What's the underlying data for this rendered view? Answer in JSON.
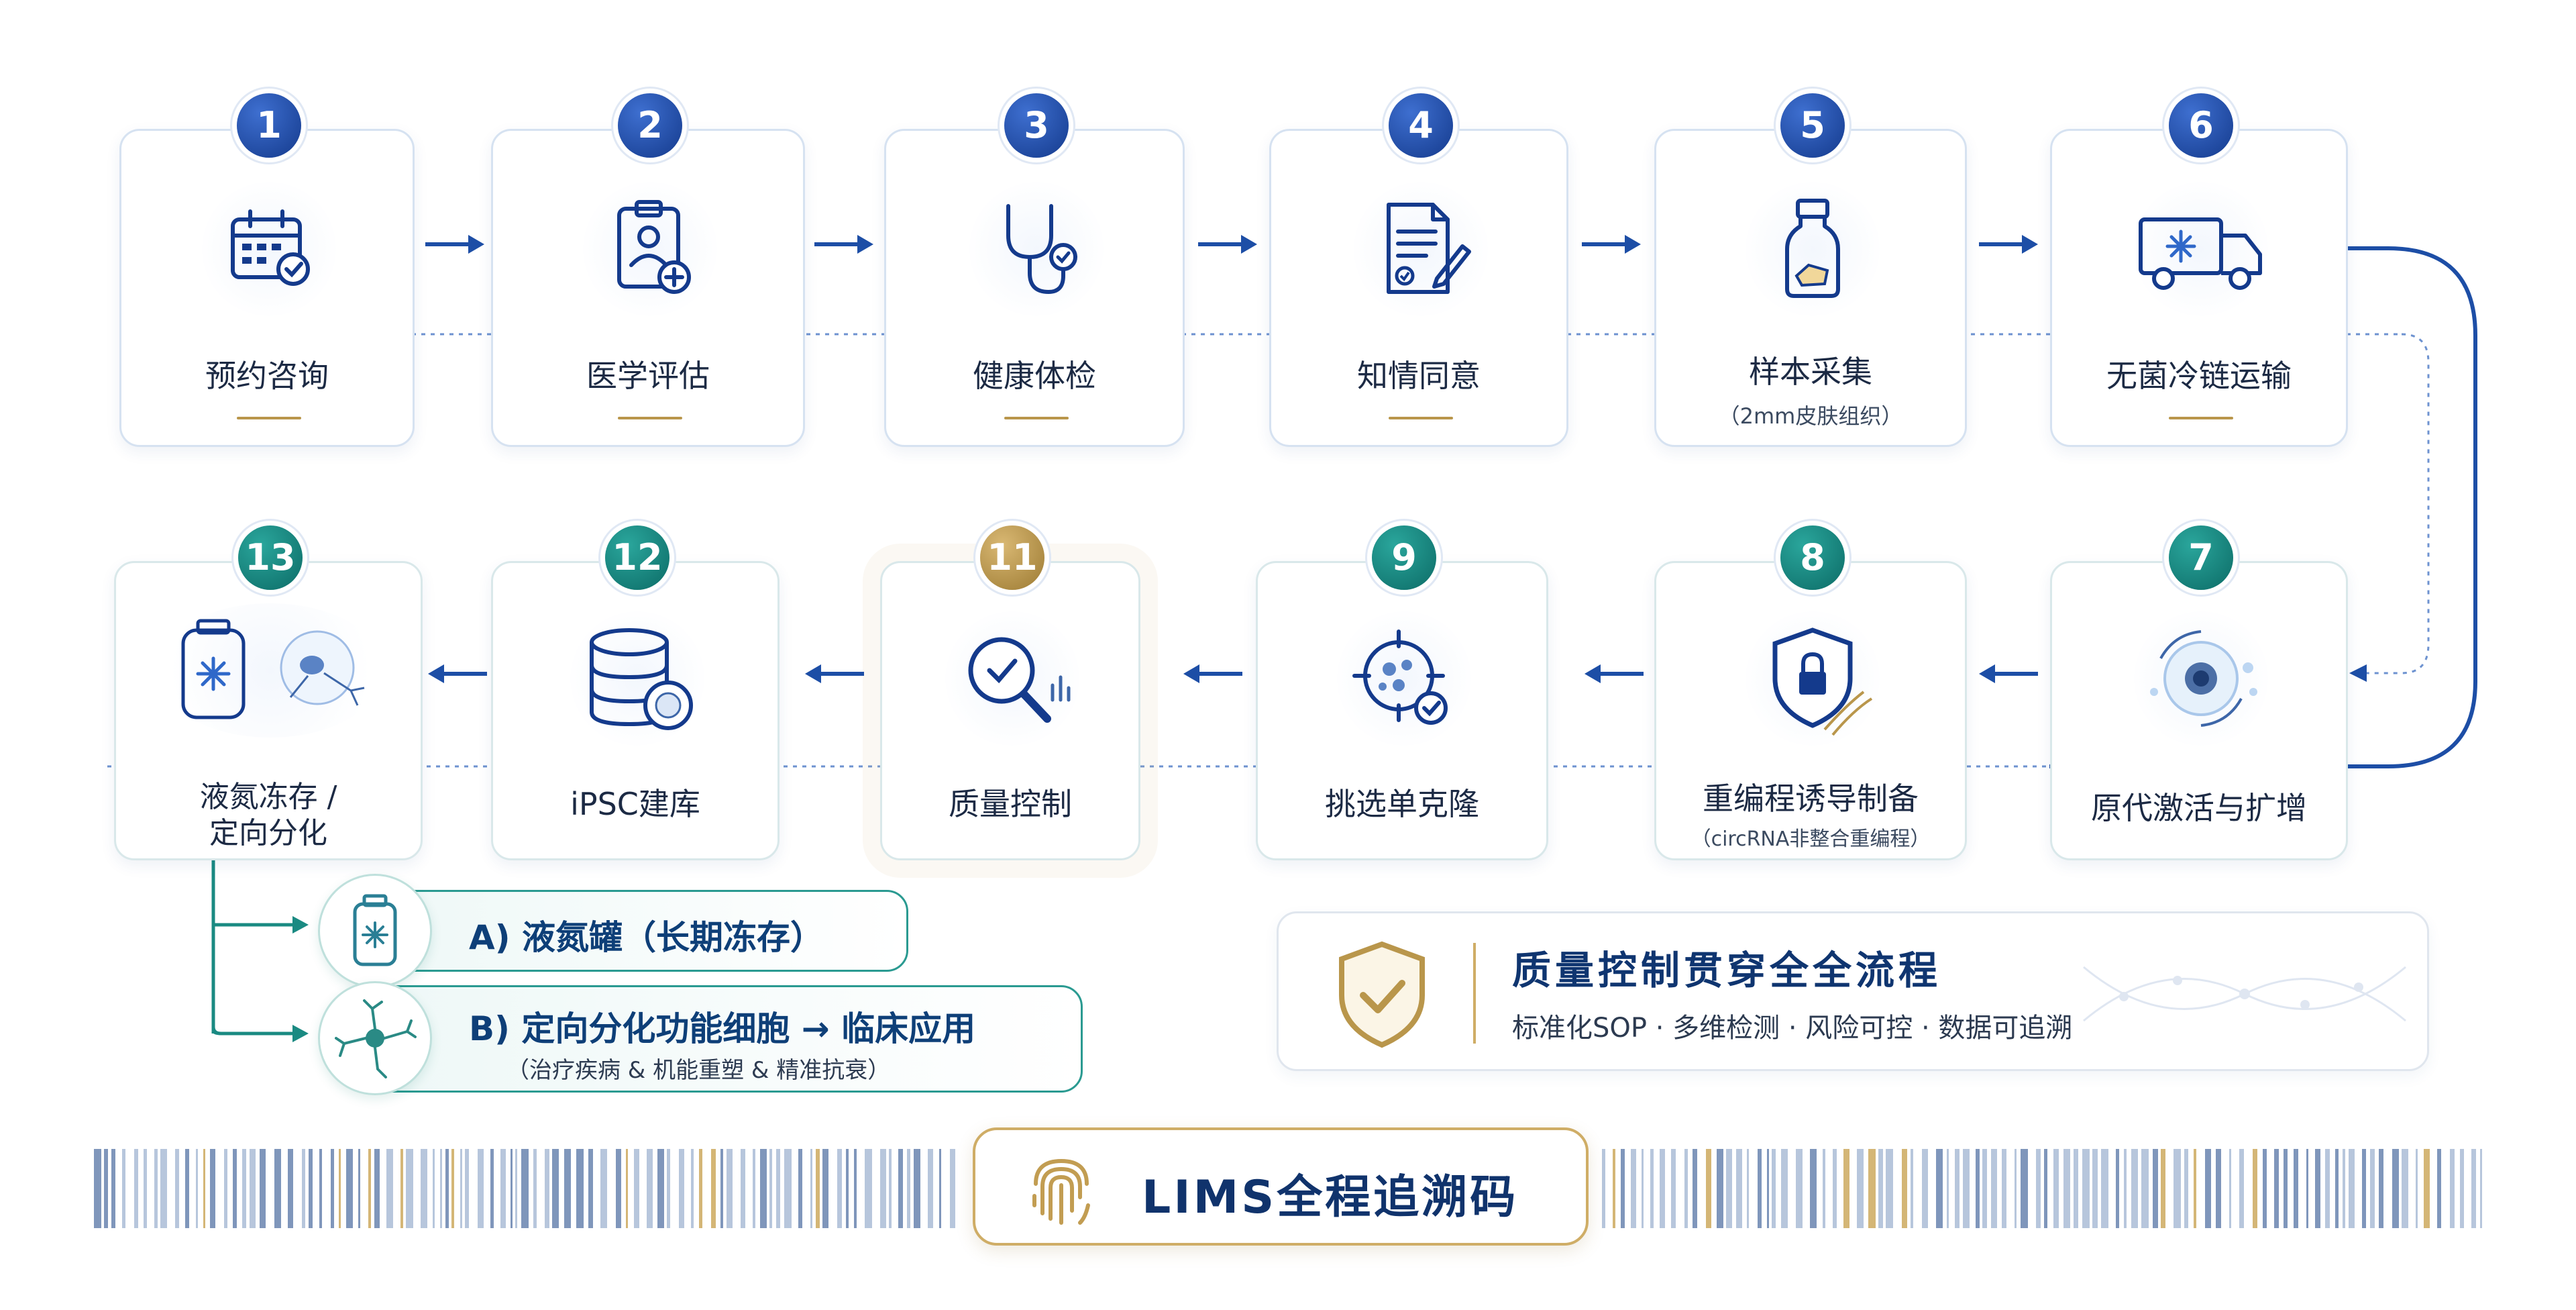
{
  "steps": [
    {
      "n": "1",
      "label": "预约咨询",
      "sub": "",
      "icon": "calendar-check-icon"
    },
    {
      "n": "2",
      "label": "医学评估",
      "sub": "",
      "icon": "medical-clipboard-icon"
    },
    {
      "n": "3",
      "label": "健康体检",
      "sub": "",
      "icon": "stethoscope-icon"
    },
    {
      "n": "4",
      "label": "知情同意",
      "sub": "",
      "icon": "consent-document-icon"
    },
    {
      "n": "5",
      "label": "样本采集",
      "sub": "（2mm皮肤组织）",
      "icon": "sample-vial-icon"
    },
    {
      "n": "6",
      "label": "无菌冷链运输",
      "sub": "",
      "icon": "cold-chain-truck-icon"
    },
    {
      "n": "7",
      "label": "原代激活与扩增",
      "sub": "",
      "icon": "cell-activation-icon"
    },
    {
      "n": "8",
      "label": "重编程诱导制备",
      "sub": "（circRNA非整合重编程）",
      "icon": "dna-shield-lock-icon"
    },
    {
      "n": "9",
      "label": "挑选单克隆",
      "sub": "",
      "icon": "clone-target-icon"
    },
    {
      "n": "11",
      "label": "质量控制",
      "sub": "",
      "icon": "magnifier-check-icon"
    },
    {
      "n": "12",
      "label": "iPSC建库",
      "sub": "",
      "icon": "cell-bank-database-icon"
    },
    {
      "n": "13",
      "label": "液氮冻存 /\n定向分化",
      "sub": "",
      "icon": "nitrogen-tank-neuron-icon"
    }
  ],
  "branches": {
    "a": {
      "title": "A) 液氮罐（长期冻存）",
      "icon": "nitrogen-tank-icon"
    },
    "b": {
      "title": "B) 定向分化功能细胞 → 临床应用",
      "sub": "（治疗疾病 & 机能重塑 & 精准抗衰）",
      "icon": "neuron-cell-icon"
    }
  },
  "qc_panel": {
    "title": "质量控制贯穿全全流程",
    "subtitle": "标准化SOP · 多维检测 · 风险可控 · 数据可追溯",
    "icon": "gold-shield-check-icon"
  },
  "lims": {
    "text": "LIMS全程追溯码",
    "icon": "fingerprint-icon"
  },
  "colors": {
    "navy": "#143a8c",
    "teal": "#1a8a82",
    "gold": "#b9964b",
    "line": "#1d4ea6"
  }
}
